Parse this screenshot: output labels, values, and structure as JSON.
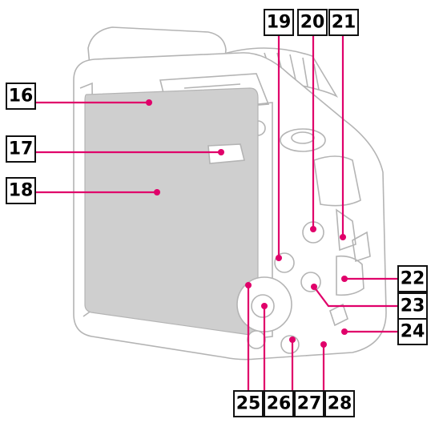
{
  "colors": {
    "leader": "#e0006a",
    "camera_outline": "#b4b4b4",
    "screen": "#cfcfcf",
    "label_border": "#111111"
  },
  "labels": {
    "l16": "16",
    "l17": "17",
    "l18": "18",
    "l19": "19",
    "l20": "20",
    "l21": "21",
    "l22": "22",
    "l23": "23",
    "l24": "24",
    "l25": "25",
    "l26": "26",
    "l27": "27",
    "l28": "28"
  }
}
